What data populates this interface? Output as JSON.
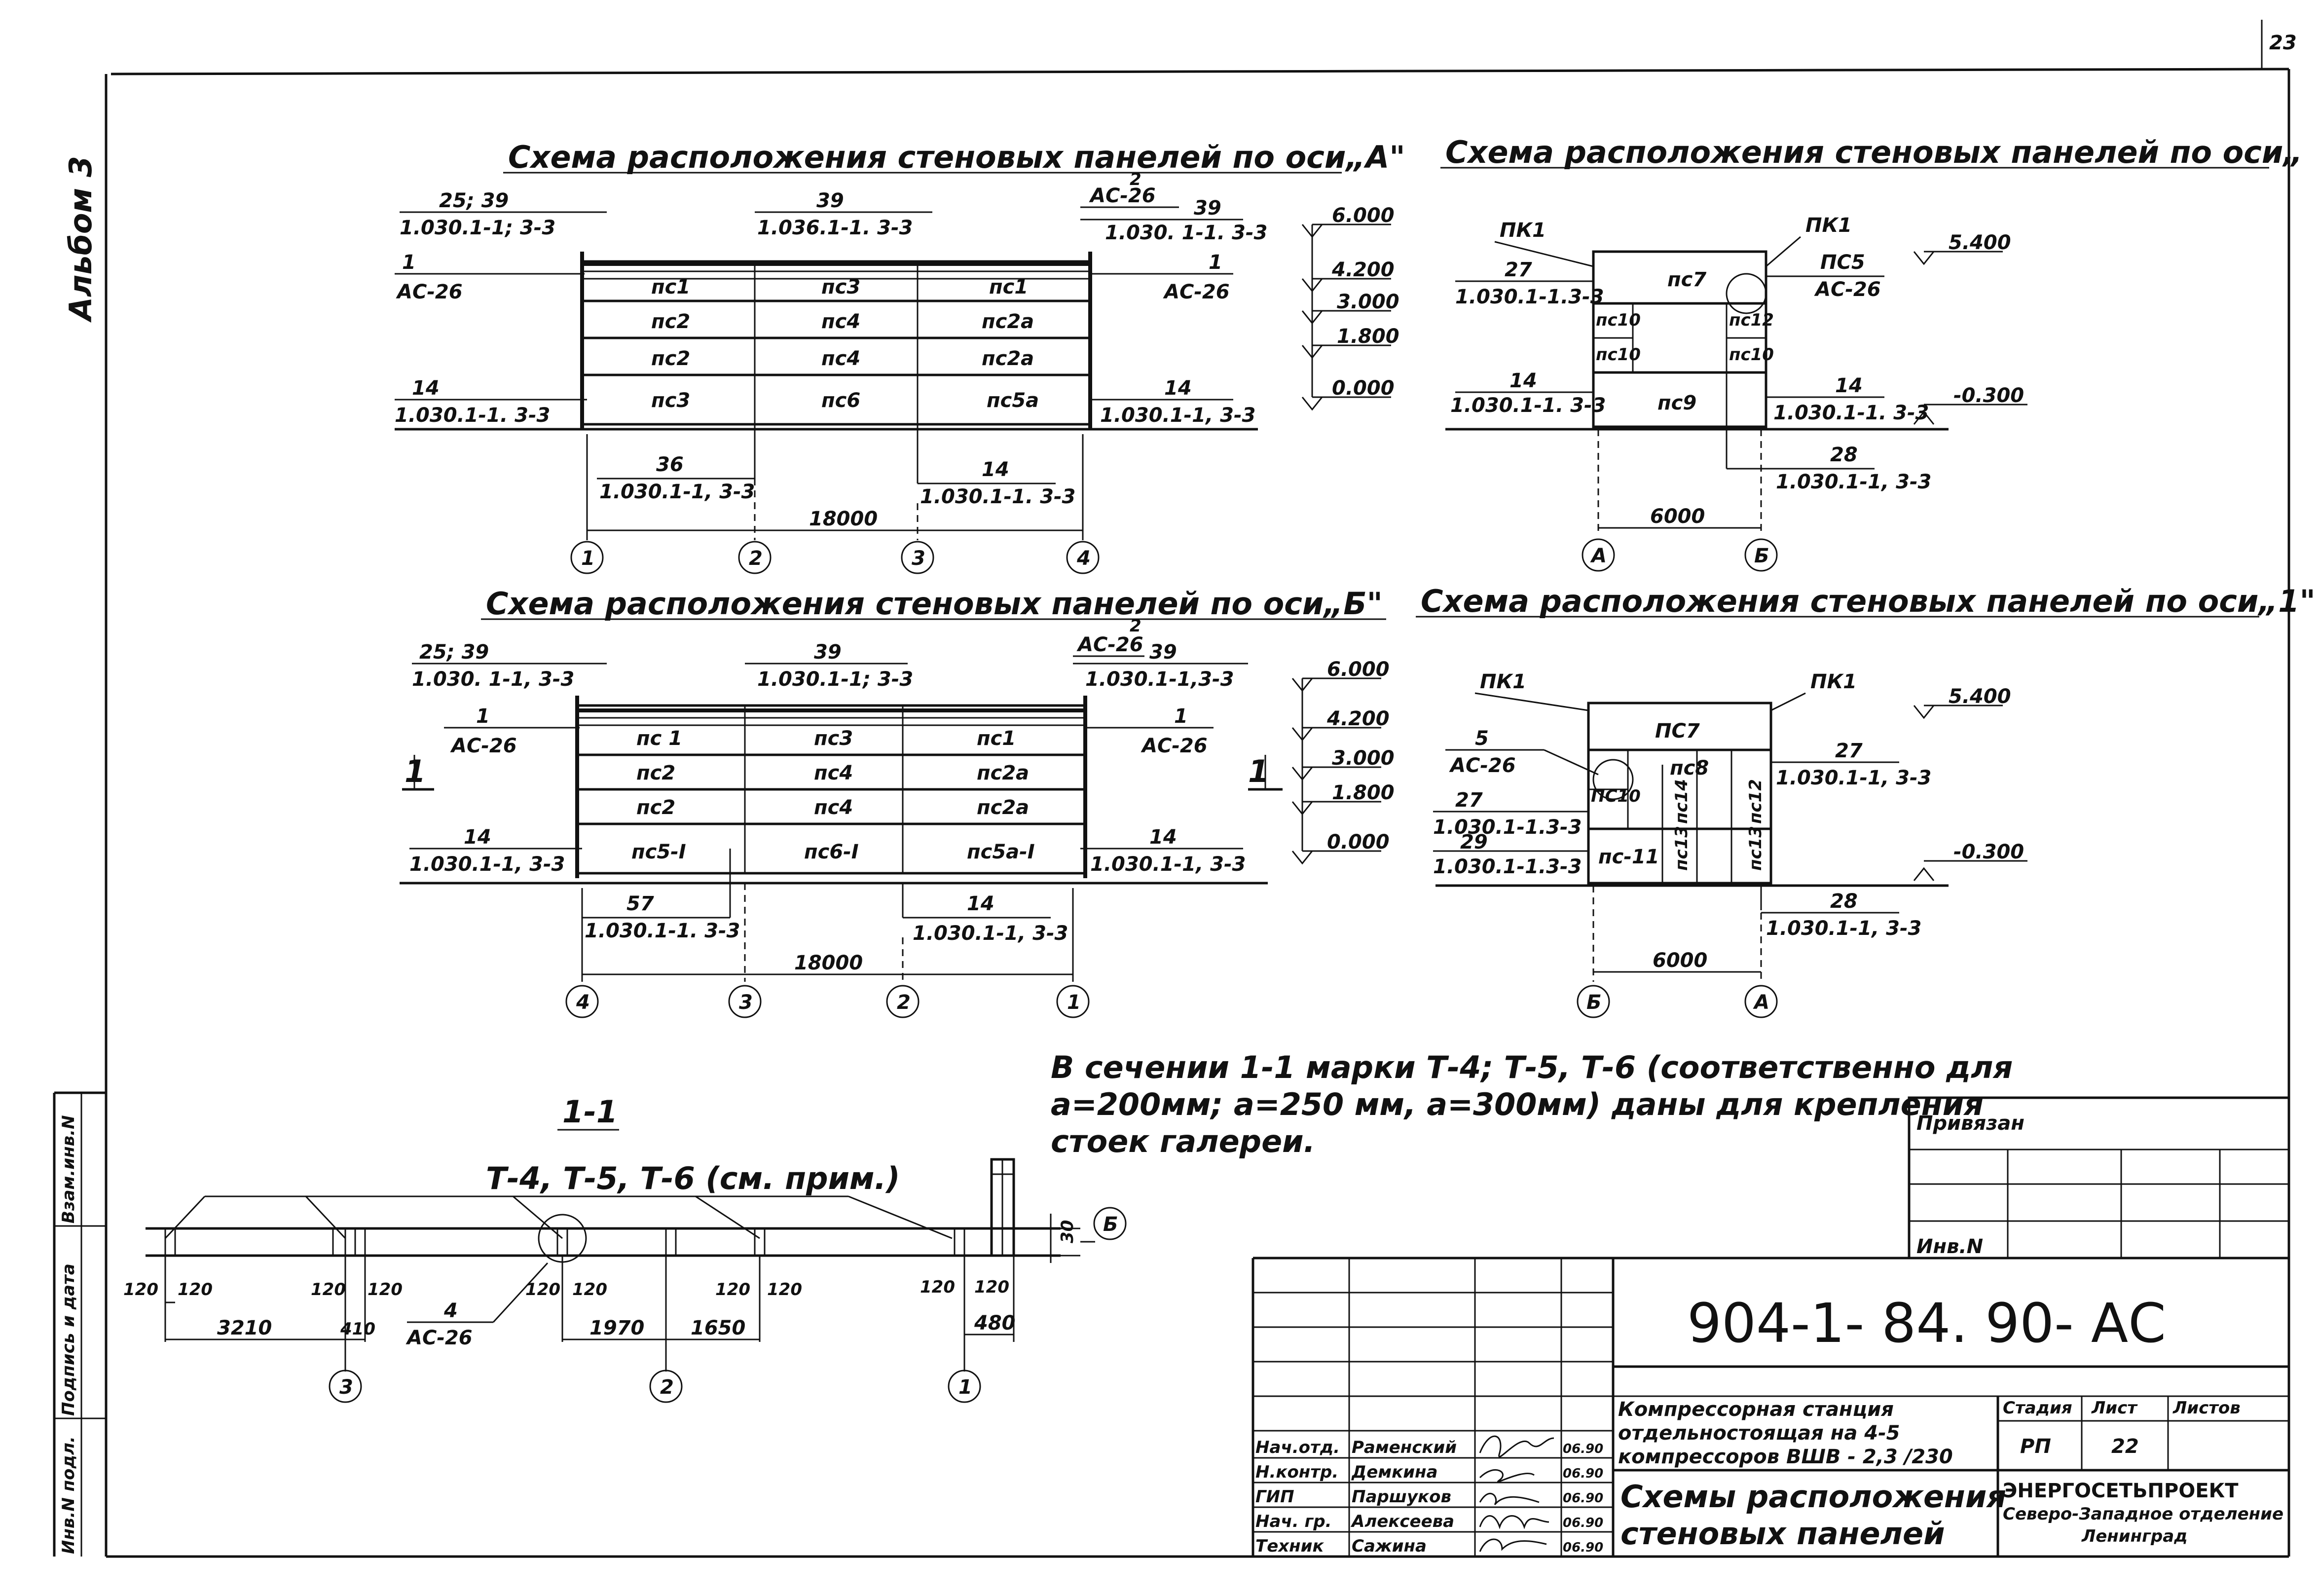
{
  "page_number": "23",
  "album_label": "Альбом 3",
  "schemes": {
    "axis_a": {
      "title": "Схема расположения стеновых панелей по оси„А\"",
      "top_labels": [
        "25; 39",
        "1.030.1-1; 3-3",
        "39",
        "1.036.1-1. 3-3",
        "2",
        "АС-26",
        "39",
        "1.030. 1-1. 3-3"
      ],
      "side_labels": [
        "1",
        "АС-26",
        "1",
        "АС-26",
        "14",
        "1.030.1-1. 3-3",
        "14",
        "1.030.1-1, 3-3"
      ],
      "panels": [
        [
          "пс1",
          "пс3",
          "пс1"
        ],
        [
          "пс2",
          "пс4",
          "пс2а"
        ],
        [
          "пс2",
          "пс4",
          "пс2а"
        ],
        [
          "пс3",
          "пс6",
          "пс5а"
        ]
      ],
      "bottom_labels": [
        "36",
        "1.030.1-1, 3-3",
        "14",
        "1.030.1-1. 3-3"
      ],
      "dimension": "18000",
      "axes": [
        "1",
        "2",
        "3",
        "4"
      ],
      "levels": [
        "6.000",
        "4.200",
        "3.000",
        "1.800",
        "0.000"
      ]
    },
    "axis_4": {
      "title": "Схема расположения стеновых панелей по оси„",
      "labels": [
        "ПК1",
        "ПК1",
        "27",
        "1.030.1-1.3-3",
        "ПС5",
        "АС-26",
        "14",
        "1.030.1-1. 3-3",
        "14",
        "1.030.1-1. 3-3",
        "28",
        "1.030.1-1, 3-3"
      ],
      "panels": [
        "пс7",
        "пс10",
        "пс10",
        "пс12",
        "пс10",
        "пс9"
      ],
      "dimension": "6000",
      "axes": [
        "А",
        "Б"
      ],
      "levels": [
        "5.400",
        "-0.300"
      ]
    },
    "axis_b": {
      "title": "Схема расположения стеновых панелей по оси„Б\"",
      "top_labels": [
        "25; 39",
        "1.030. 1-1, 3-3",
        "39",
        "1.030.1-1; 3-3",
        "2",
        "АС-26",
        "39",
        "1.030.1-1,3-3"
      ],
      "side_labels": [
        "1",
        "АС-26",
        "1",
        "АС-26",
        "14",
        "1.030.1-1, 3-3",
        "14",
        "1.030.1-1, 3-3"
      ],
      "section_marks": [
        "1",
        "1"
      ],
      "panels": [
        [
          "пс 1",
          "пс3",
          "пс1"
        ],
        [
          "пс2",
          "пс4",
          "пс2а"
        ],
        [
          "пс2",
          "пс4",
          "пс2а"
        ],
        [
          "пс5-I",
          "пс6-I",
          "пс5а-I"
        ]
      ],
      "bottom_labels": [
        "57",
        "1.030.1-1. 3-3",
        "14",
        "1.030.1-1, 3-3"
      ],
      "dimension": "18000",
      "axes": [
        "4",
        "3",
        "2",
        "1"
      ],
      "levels": [
        "6.000",
        "4.200",
        "3.000",
        "1.800",
        "0.000"
      ]
    },
    "axis_1": {
      "title": "Схема расположения стеновых панелей по оси„1\"",
      "labels": [
        "ПК1",
        "ПК1",
        "5",
        "АС-26",
        "27",
        "1.030.1-1.3-3",
        "29",
        "1.030.1-1.3-3",
        "27",
        "1.030.1-1, 3-3",
        "28",
        "1.030.1-1, 3-3"
      ],
      "panels": [
        "ПС7",
        "пс8",
        "ПС10",
        "пс-11",
        "пс13",
        "пс14",
        "пс12",
        "пс13"
      ],
      "dimension": "6000",
      "axes": [
        "Б",
        "А"
      ],
      "levels": [
        "5.400",
        "-0.300"
      ]
    }
  },
  "section": {
    "title": "1-1",
    "callout": "Т-4, Т-5, Т-6 (см. прим.)",
    "ref": [
      "4",
      "АС-26"
    ],
    "dims_small": [
      "120",
      "120",
      "120",
      "120",
      "120",
      "120",
      "120",
      "120",
      "120",
      "120",
      "30"
    ],
    "dims_main": [
      "3210",
      "410",
      "1970",
      "1650",
      "480"
    ],
    "axes": [
      "3",
      "2",
      "1",
      "Б"
    ]
  },
  "note": [
    "В сечении 1-1 марки Т-4; Т-5, Т-6 (соответственно для",
    "а=200мм; а=250 мм, а=300мм) даны для крепления",
    "стоек галереи."
  ],
  "privyazan": {
    "title": "Привязан",
    "inv": "Инв.N"
  },
  "left_strip": [
    "Взам.инв.N",
    "Подпись и дата",
    "Инв.N подл."
  ],
  "title_block": {
    "code": "904-1- 84. 90- АС",
    "project": [
      "Компрессорная станция",
      "отдельностоящая на 4-5",
      "компрессоров ВШВ - 2,3 /230"
    ],
    "sheet_title": [
      "Схемы расположения",
      "стеновых панелей"
    ],
    "columns": [
      "Стадия",
      "Лист",
      "Листов"
    ],
    "stage": "РП",
    "sheet": "22",
    "org": [
      "ЭНЕРГОСЕТЬПРОЕКТ",
      "Северо-Западное отделение",
      "Ленинград"
    ],
    "people": [
      {
        "role": "Нач.отд.",
        "name": "Раменский",
        "date": "06.90"
      },
      {
        "role": "Н.контр.",
        "name": "Демкина",
        "date": "06.90"
      },
      {
        "role": "ГИП",
        "name": "Паршуков",
        "date": "06.90"
      },
      {
        "role": "Нач. гр.",
        "name": "Алексеева",
        "date": "06.90"
      },
      {
        "role": "Техник",
        "name": "Сажина",
        "date": "06.90"
      }
    ]
  }
}
